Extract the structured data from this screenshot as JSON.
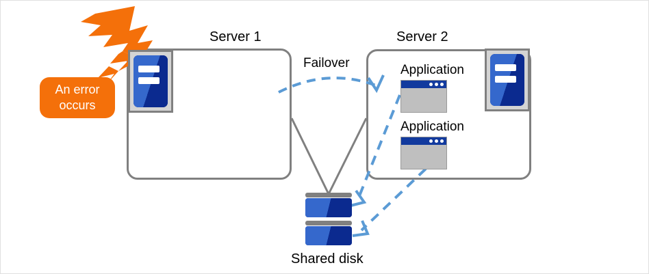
{
  "diagram": {
    "title_server1": "Server 1",
    "title_server2": "Server 2",
    "failover_label": "Failover",
    "shared_disk_label": "Shared disk",
    "error_line1": "An error",
    "error_line2": "occurs",
    "applications": [
      {
        "label": "Application"
      },
      {
        "label": "Application"
      }
    ],
    "colors": {
      "accent_blue": "#5b9bd5",
      "server_blue_light": "#3568cc",
      "server_blue_dark": "#0b2a8f",
      "error_orange": "#f4700a",
      "outline_gray": "#808080",
      "app_body_gray": "#bfbfbf",
      "app_titlebar_blue": "#123a9e",
      "icon_frame_gray": "#d4d4d4",
      "canvas_border": "#e0e0e0"
    },
    "icons": {
      "server": "server-icon",
      "application": "application-window-icon",
      "disk": "disk-stack-icon",
      "error": "lightning-burst-icon"
    }
  }
}
